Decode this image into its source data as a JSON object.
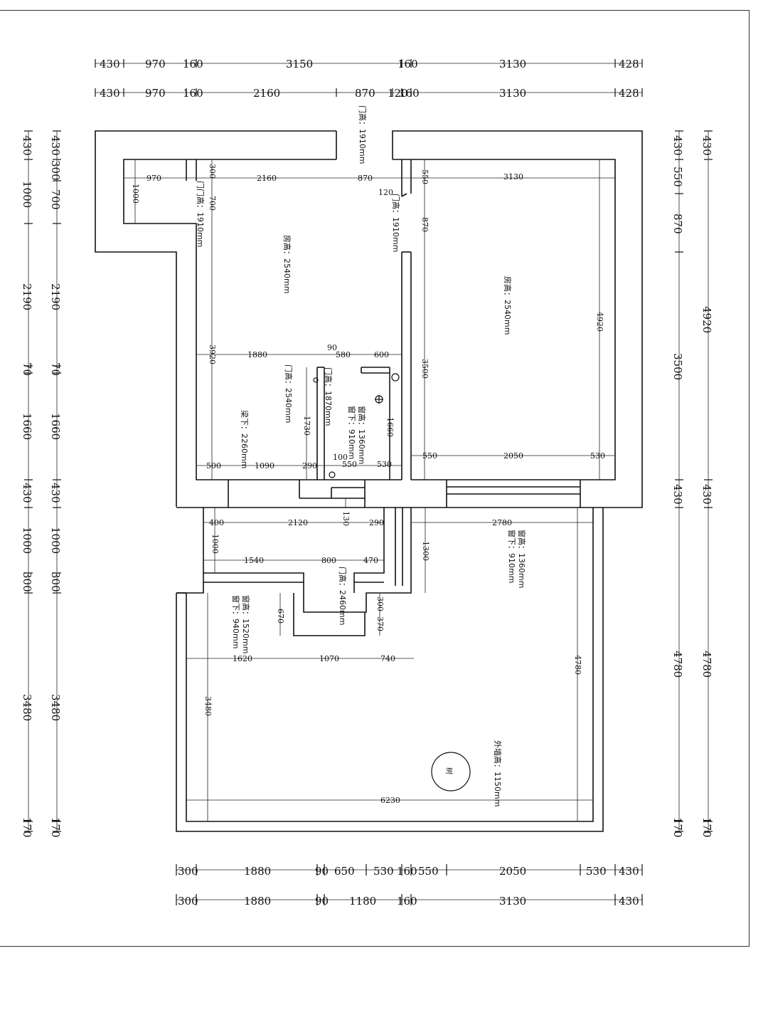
{
  "plan": {
    "top_dims_row1": [
      "430",
      "970",
      "160",
      "3150",
      "160",
      "3130",
      "428"
    ],
    "top_dims_row2": [
      "430",
      "970",
      "160",
      "2160",
      "870",
      "120",
      "160",
      "3130",
      "428"
    ],
    "left_dims_col1": [
      "430",
      "1000",
      "2190",
      "70",
      "1660",
      "430",
      "1000",
      "300",
      "3480",
      "170"
    ],
    "left_dims_col2": [
      "430",
      "300",
      "700",
      "2190",
      "70",
      "1660",
      "430",
      "1000",
      "300",
      "3480",
      "170"
    ],
    "right_dims_col1": [
      "430",
      "550",
      "870",
      "3500",
      "430",
      "4780",
      "170"
    ],
    "right_dims_col2": [
      "430",
      "4920",
      "430",
      "4780",
      "170"
    ],
    "bottom_dims_row1": [
      "300",
      "1880",
      "90",
      "650",
      "530",
      "160",
      "550",
      "2050",
      "530",
      "430"
    ],
    "bottom_dims_row2": [
      "300",
      "1880",
      "90",
      "1180",
      "160",
      "3130",
      "430"
    ],
    "inner_dims": {
      "d970": "970",
      "d2160": "2160",
      "d870": "870",
      "d3130": "3130",
      "d1000": "1000",
      "d300": "300",
      "d700": "700",
      "d120": "120",
      "d550": "550",
      "d870v": "870",
      "d3920": "3920",
      "d1880": "1880",
      "d90": "90",
      "d580": "580",
      "d600": "600",
      "d3500": "3500",
      "d4920": "4920",
      "d1730": "1730",
      "d1660": "1660",
      "d100": "100",
      "d500": "500",
      "d1090": "1090",
      "d290": "290",
      "d550b": "550",
      "d530": "530",
      "d550c": "550",
      "d2050": "2050",
      "d530b": "530",
      "d400": "400",
      "d2120": "2120",
      "d290b": "290",
      "d2780": "2780",
      "d130": "130",
      "d1000b": "1000",
      "d1300": "1300",
      "d1540": "1540",
      "d800": "800",
      "d470": "470",
      "d670": "670",
      "d300b": "300",
      "d370": "370",
      "d1620": "1620",
      "d1070": "1070",
      "d740": "740",
      "d3480": "3480",
      "d4780": "4780",
      "d6230": "6230"
    },
    "notes": {
      "door_top": "门高：1910mm",
      "door_left": "门门高：1910mm",
      "door_mid": "门高：1910mm",
      "room_h_left": "房高：2540mm",
      "room_h_right": "房高：2540mm",
      "door_2540": "门高：2540mm",
      "door_1870": "门高：1870mm",
      "beam_2260": "梁下：2260mm",
      "win_1360a": "窗高：1360mm",
      "win_910a": "窗下：910mm",
      "win_1360b": "窗高：1360mm",
      "win_910b": "窗下：910mm",
      "door_2460": "门高：2460mm",
      "win_1520": "窗高：1520mm",
      "win_940": "窗下：940mm",
      "ext_wall": "外墙高：1150mm",
      "tree": "树"
    }
  }
}
